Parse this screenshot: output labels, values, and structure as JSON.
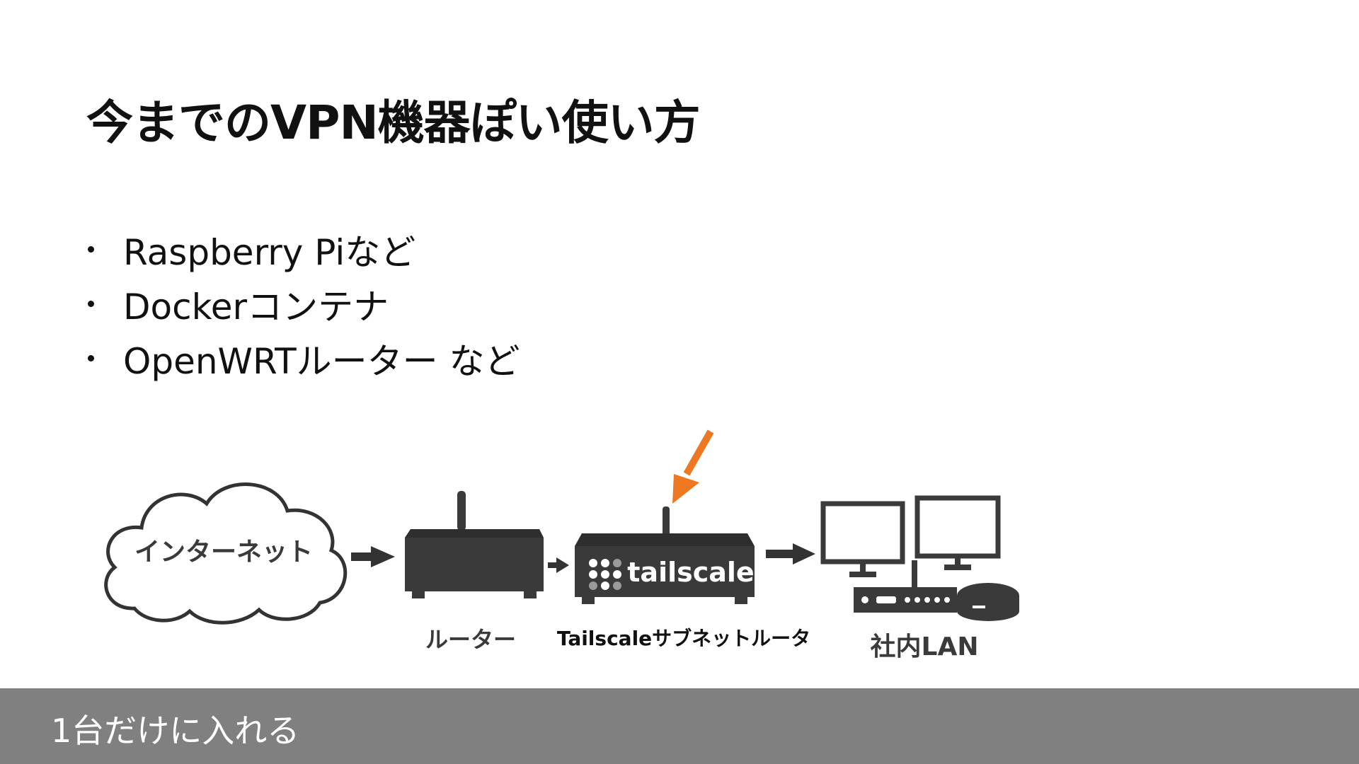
{
  "slide": {
    "title": "今までのVPN機器ぽい使い方",
    "bullets": [
      {
        "text": "Raspberry Piなど"
      },
      {
        "text": "Dockerコンテナ"
      },
      {
        "text": "OpenWRTルーター など"
      }
    ]
  },
  "diagram": {
    "internet_label": "インターネット",
    "router_label": "ルーター",
    "tailscale_logo_text": "tailscale",
    "tailscale_label": "Tailscaleサブネットルータ",
    "lan_label": "社内LAN",
    "highlight_arrow_color": "#EE7722",
    "device_color": "#3a3a3a"
  },
  "footer": {
    "text": "1台だけに入れる",
    "background": "#808080"
  }
}
